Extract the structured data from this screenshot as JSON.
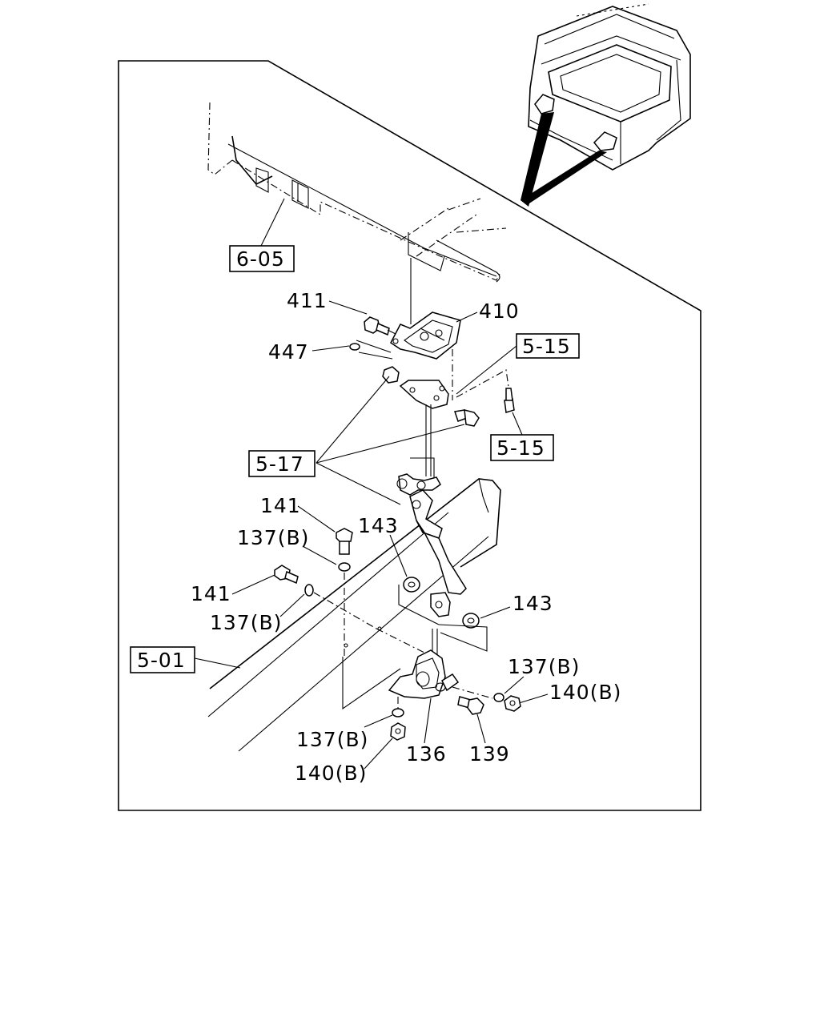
{
  "labels": {
    "ref_6_05": "6-05",
    "ref_5_15_top": "5-15",
    "ref_5_15_bottom": "5-15",
    "ref_5_17": "5-17",
    "ref_5_01": "5-01",
    "p411": "411",
    "p410": "410",
    "p447": "447",
    "p141_top": "141",
    "p137b_a": "137(B)",
    "p143_left": "143",
    "p141_left": "141",
    "p137b_b": "137(B)",
    "p143_right": "143",
    "p137b_right": "137(B)",
    "p140b_right": "140(B)",
    "p137b_bottom": "137(B)",
    "p140b_bottom": "140(B)",
    "p136": "136",
    "p139": "139"
  },
  "icons": [
    "truck-cab-icon",
    "leaf-spring-icon",
    "bracket-icon",
    "bolt-icon",
    "washer-icon",
    "nut-icon",
    "bushing-icon"
  ]
}
